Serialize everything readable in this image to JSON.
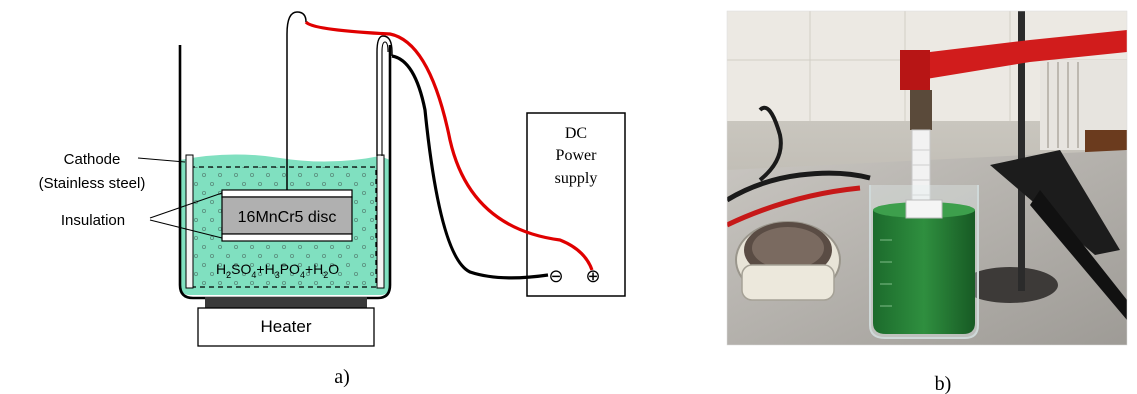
{
  "panel_a": {
    "cathode_label": "Cathode",
    "cathode_sublabel": "(Stainless steel)",
    "insulation_label": "Insulation",
    "disc_label": "16MnCr5 disc",
    "electrolyte_formula": {
      "h": "H",
      "sub2": "2",
      "so": "SO",
      "sub4a": "4",
      "plus_h": "+H",
      "sub3": "3",
      "po": "PO",
      "sub4b": "4",
      "plus_h2o": "+H",
      "sub2b": "2",
      "o": "O"
    },
    "heater_label": "Heater",
    "power_supply_line1": "DC",
    "power_supply_line2": "Power",
    "power_supply_line3": "supply",
    "negative_symbol": "⊖",
    "positive_symbol": "⊕",
    "caption": "a)"
  },
  "panel_b": {
    "caption": "b)"
  },
  "colors": {
    "electrolyte": "#80e0c0",
    "wire_red": "#e00000",
    "wire_black": "#000000",
    "disc_gray": "#b0b0b0",
    "heater_plate": "#3a3a3a"
  }
}
